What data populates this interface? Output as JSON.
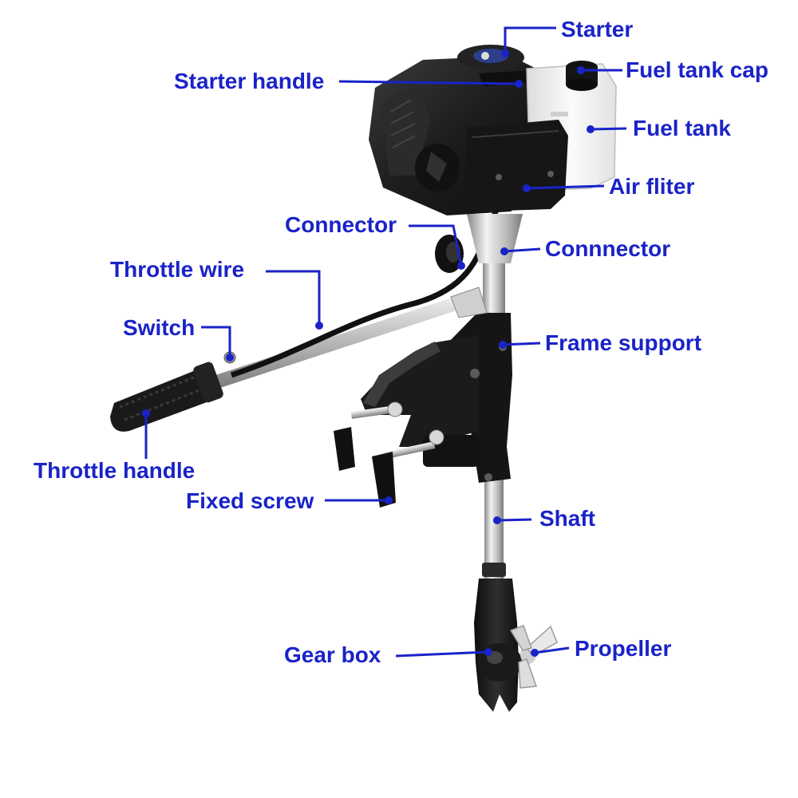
{
  "colors": {
    "label": "#1a23c8",
    "leader": "#1a23c8",
    "metal_light": "#e6e6e6",
    "metal_dark": "#8c8c8c",
    "body_black": "#1e1e1e",
    "tank_white": "#f4f4f4"
  },
  "labels": {
    "starter": "Starter",
    "fuel_tank_cap": "Fuel tank cap",
    "starter_handle": "Starter handle",
    "fuel_tank": "Fuel tank",
    "air_filter": "Air fliter",
    "connector_left": "Connector",
    "connector_right": "Connnector",
    "throttle_wire": "Throttle wire",
    "switch": "Switch",
    "frame_support": "Frame support",
    "throttle_handle": "Throttle handle",
    "fixed_screw": "Fixed screw",
    "shaft": "Shaft",
    "gear_box": "Gear box",
    "propeller": "Propeller"
  }
}
